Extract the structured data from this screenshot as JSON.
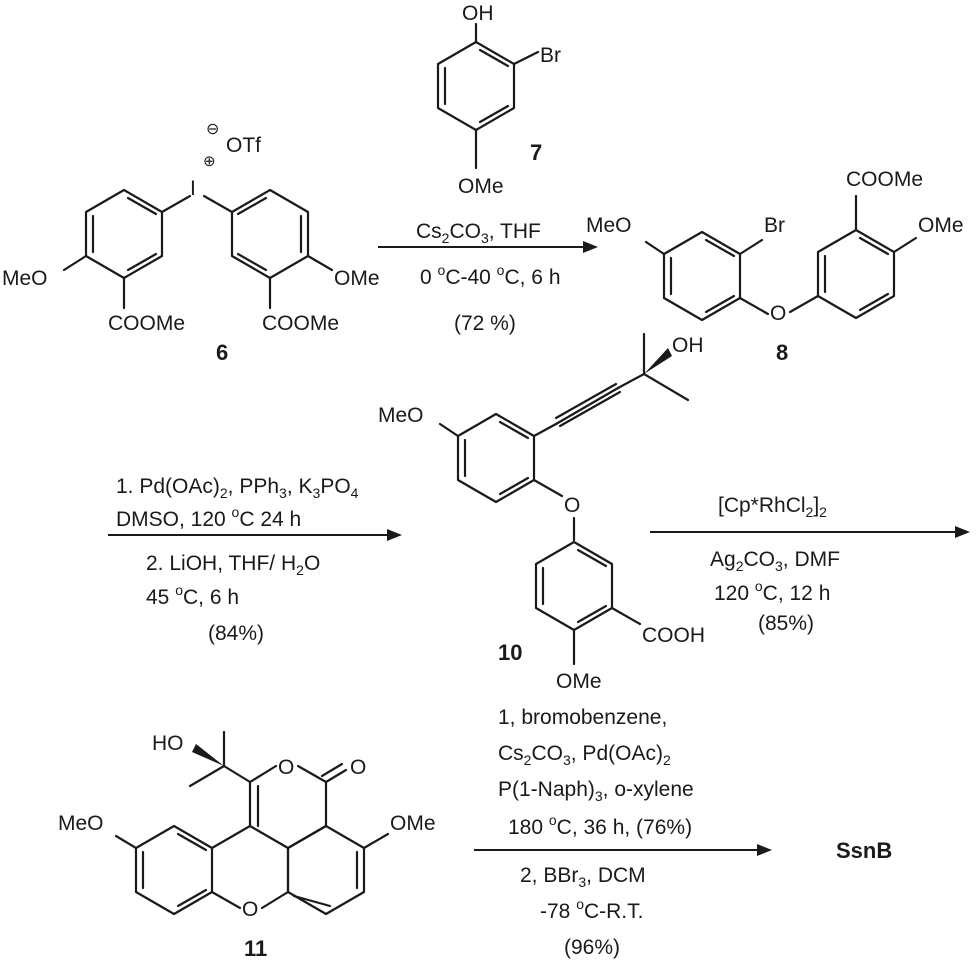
{
  "compounds": {
    "c6": {
      "number": "6",
      "counterion": "OTf",
      "minus": "⊖",
      "plus": "⊕",
      "iodine": "I",
      "meo": "MeO",
      "ome": "OMe",
      "ester_left": "COOMe",
      "ester_right": "COOMe"
    },
    "c7": {
      "number": "7",
      "oh": "OH",
      "br": "Br",
      "ome": "OMe"
    },
    "c8": {
      "number": "8",
      "meo": "MeO",
      "br": "Br",
      "ester": "COOMe",
      "ome": "OMe",
      "o": "O"
    },
    "c10": {
      "number": "10",
      "meo": "MeO",
      "oh": "OH",
      "o": "O",
      "acid": "COOH",
      "ome": "OMe"
    },
    "c11": {
      "number": "11",
      "ho": "HO",
      "o_ring": "O",
      "o_carbonyl": "O",
      "meo": "MeO",
      "ome": "OMe",
      "o_bridge": "O"
    },
    "product": {
      "name": "SsnB"
    }
  },
  "steps": {
    "step1": {
      "line1_a": "Cs",
      "line1_b": "2",
      "line1_c": "CO",
      "line1_d": "3",
      "line1_e": ", THF",
      "line2_a": "0 ",
      "line2_b": "o",
      "line2_c": "C-40 ",
      "line2_d": "o",
      "line2_e": "C, 6 h",
      "yield": "(72 %)"
    },
    "step2": {
      "l1_a": "1. Pd(OAc)",
      "l1_b": "2",
      "l1_c": ", PPh",
      "l1_d": "3",
      "l1_e": ", K",
      "l1_f": "3",
      "l1_g": "PO",
      "l1_h": "4",
      "l2_a": "DMSO, 120 ",
      "l2_b": "o",
      "l2_c": "C 24 h",
      "l3_a": "2. LiOH, THF/ H",
      "l3_b": "2",
      "l3_c": "O",
      "l4_a": "45 ",
      "l4_b": "o",
      "l4_c": "C, 6 h",
      "yield": "(84%)"
    },
    "step3": {
      "l1_a": "[Cp*RhCl",
      "l1_b": "2",
      "l1_c": "]",
      "l1_d": "2",
      "l2_a": "Ag",
      "l2_b": "2",
      "l2_c": "CO",
      "l2_d": "3",
      "l2_e": ", DMF",
      "l3_a": "120 ",
      "l3_b": "o",
      "l3_c": "C, 12 h",
      "yield": "(85%)"
    },
    "step4": {
      "l1": "1, bromobenzene,",
      "l2_a": "Cs",
      "l2_b": "2",
      "l2_c": "CO",
      "l2_d": "3",
      "l2_e": ", Pd(OAc)",
      "l2_f": "2",
      "l3_a": "P(1-Naph)",
      "l3_b": "3",
      "l3_c": ", o-xylene",
      "l4_a": "180 ",
      "l4_b": "o",
      "l4_c": "C, 36 h, (76%)",
      "l5_a": "2, BBr",
      "l5_b": "3",
      "l5_c": ", DCM",
      "l6_a": "-78 ",
      "l6_b": "o",
      "l6_c": "C-R.T.",
      "yield": "(96%)"
    }
  }
}
